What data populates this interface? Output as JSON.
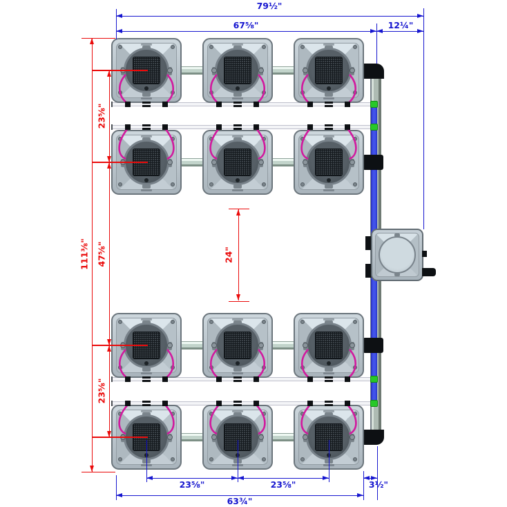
{
  "diagram": {
    "system": {
      "sites": 12,
      "rows": 4,
      "columns": 3
    },
    "dimensions": {
      "top_overall": "79½\"",
      "top_system_width": "67⅝\"",
      "top_reservoir_offset": "12¼\"",
      "left_overall": "111⅜\"",
      "row_spacing_top": "23⅝\"",
      "row_gap_middle": "47⅝\"",
      "row_spacing_bottom": "23⅝\"",
      "center_aisle": "24\"",
      "col_spacing_1": "23⅝\"",
      "col_spacing_2": "23⅝\"",
      "pipe_offset": "3½\"",
      "bottom_width": "63¾\""
    },
    "colors": {
      "dimension_blue": "#1616cf",
      "dimension_red": "#ea0a0a",
      "manifold_blue": "#4152ea",
      "pipe_gray_green": "#c6d6cd",
      "tube_magenta": "#d1199e",
      "fitting_green": "#28c828",
      "fitting_black": "#0d1013",
      "module_gray": "#b7c2ca",
      "background": "#ffffff"
    }
  }
}
